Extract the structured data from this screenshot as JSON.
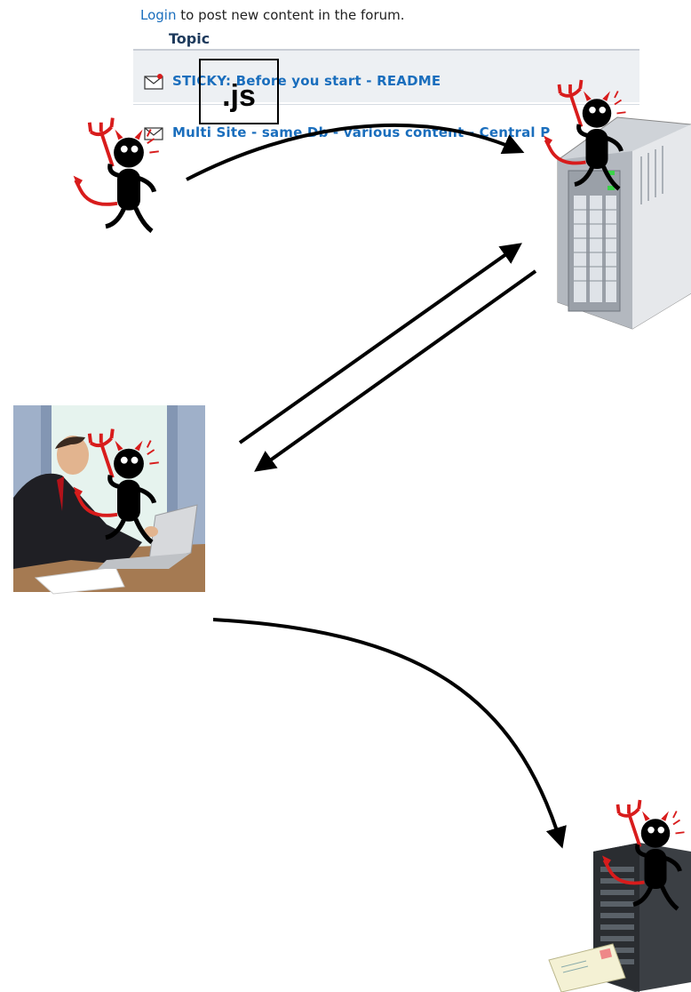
{
  "forum": {
    "login_link": "Login",
    "login_text": " to post new content in the forum.",
    "header": "Topic",
    "topics": [
      {
        "title": "STICKY: Before you start - README"
      },
      {
        "title": "Multi Site - same Db - various content - Central P"
      }
    ]
  },
  "script_label": ".js",
  "colors": {
    "link": "#1a6ebd",
    "devil_red": "#d81c1c",
    "arrow": "#000000"
  },
  "icons": [
    "envelope-icon",
    "devil-figure",
    "server-tower",
    "server-rack",
    "businessman-laptop",
    "letter-envelope"
  ]
}
